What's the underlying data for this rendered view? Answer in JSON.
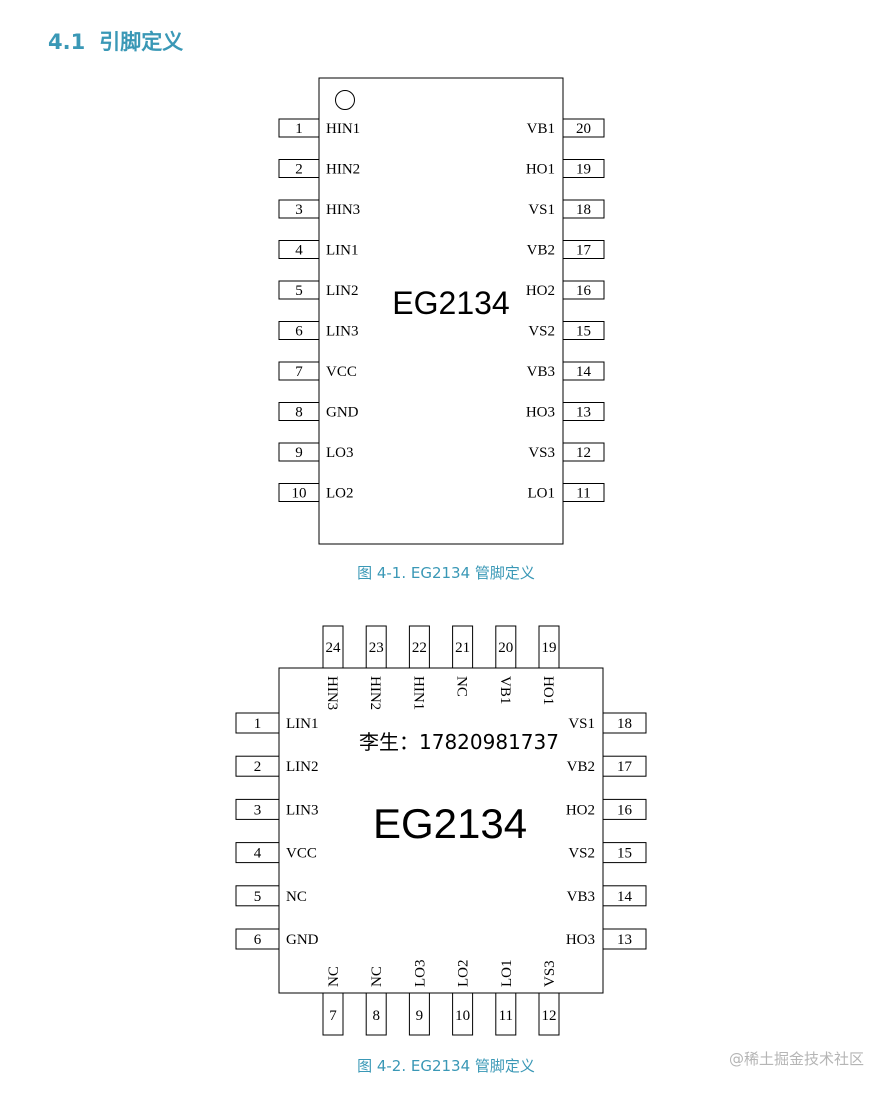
{
  "section": {
    "number": "4.1",
    "title": "引脚定义"
  },
  "figure1": {
    "caption": "图 4-1. EG2134 管脚定义",
    "chip_label": "EG2134",
    "left_pins": [
      {
        "num": "1",
        "name": "HIN1"
      },
      {
        "num": "2",
        "name": "HIN2"
      },
      {
        "num": "3",
        "name": "HIN3"
      },
      {
        "num": "4",
        "name": "LIN1"
      },
      {
        "num": "5",
        "name": "LIN2"
      },
      {
        "num": "6",
        "name": "LIN3"
      },
      {
        "num": "7",
        "name": "VCC"
      },
      {
        "num": "8",
        "name": "GND"
      },
      {
        "num": "9",
        "name": "LO3"
      },
      {
        "num": "10",
        "name": "LO2"
      }
    ],
    "right_pins": [
      {
        "num": "20",
        "name": "VB1"
      },
      {
        "num": "19",
        "name": "HO1"
      },
      {
        "num": "18",
        "name": "VS1"
      },
      {
        "num": "17",
        "name": "VB2"
      },
      {
        "num": "16",
        "name": "HO2"
      },
      {
        "num": "15",
        "name": "VS2"
      },
      {
        "num": "14",
        "name": "VB3"
      },
      {
        "num": "13",
        "name": "HO3"
      },
      {
        "num": "12",
        "name": "VS3"
      },
      {
        "num": "11",
        "name": "LO1"
      }
    ]
  },
  "figure2": {
    "caption": "图 4-2. EG2134 管脚定义",
    "chip_label": "EG2134",
    "contact": "李生：17820981737",
    "top_pins": [
      {
        "num": "24",
        "name": "HIN3"
      },
      {
        "num": "23",
        "name": "HIN2"
      },
      {
        "num": "22",
        "name": "HIN1"
      },
      {
        "num": "21",
        "name": "NC"
      },
      {
        "num": "20",
        "name": "VB1"
      },
      {
        "num": "19",
        "name": "HO1"
      }
    ],
    "left_pins": [
      {
        "num": "1",
        "name": "LIN1"
      },
      {
        "num": "2",
        "name": "LIN2"
      },
      {
        "num": "3",
        "name": "LIN3"
      },
      {
        "num": "4",
        "name": "VCC"
      },
      {
        "num": "5",
        "name": "NC"
      },
      {
        "num": "6",
        "name": "GND"
      }
    ],
    "right_pins": [
      {
        "num": "18",
        "name": "VS1"
      },
      {
        "num": "17",
        "name": "VB2"
      },
      {
        "num": "16",
        "name": "HO2"
      },
      {
        "num": "15",
        "name": "VS2"
      },
      {
        "num": "14",
        "name": "VB3"
      },
      {
        "num": "13",
        "name": "HO3"
      }
    ],
    "bottom_pins": [
      {
        "num": "7",
        "name": "NC"
      },
      {
        "num": "8",
        "name": "NC"
      },
      {
        "num": "9",
        "name": "LO3"
      },
      {
        "num": "10",
        "name": "LO2"
      },
      {
        "num": "11",
        "name": "LO1"
      },
      {
        "num": "12",
        "name": "VS3"
      }
    ]
  },
  "watermark": "@稀土掘金技术社区"
}
